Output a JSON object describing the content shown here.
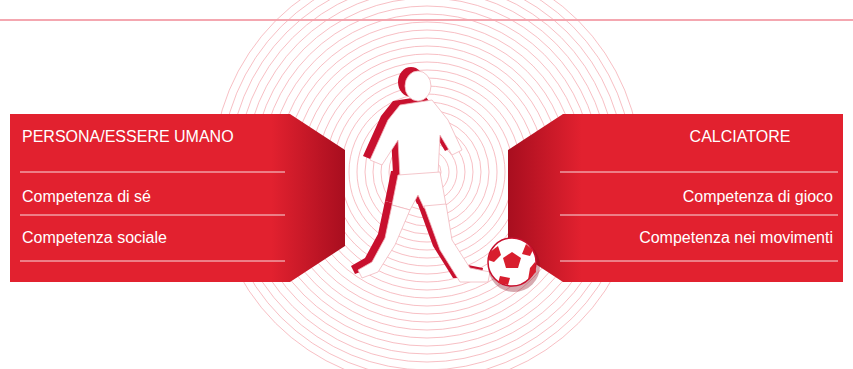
{
  "diagram": {
    "nodes": [
      {
        "text": [
          "PERSONA/ESSERE UMANO",
          "Competenza di sé",
          "Competenza sociale"
        ]
      },
      {
        "text": [
          "CALCIATORE",
          "Competenza di gioco",
          "Competenza nei movimenti"
        ]
      }
    ]
  }
}
